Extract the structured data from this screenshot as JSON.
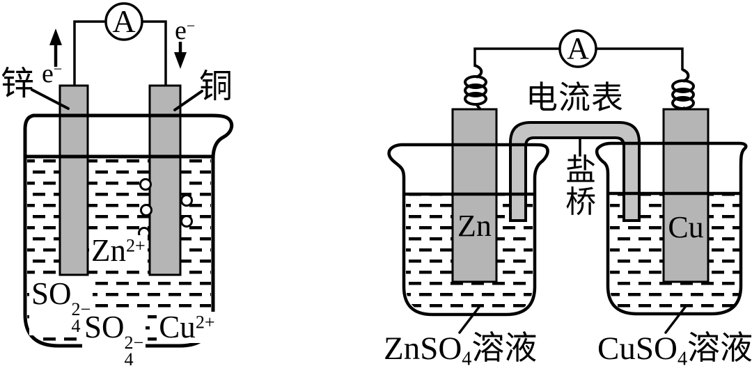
{
  "figure": {
    "left_cell": {
      "ammeter_label": "A",
      "electron_out": {
        "base": "e",
        "sup": "−"
      },
      "electron_in": {
        "base": "e",
        "sup": "−"
      },
      "zinc_label": "锌",
      "copper_label": "铜",
      "zn_ion": {
        "base": "Zn",
        "sup": "2+"
      },
      "sulfate_upper": {
        "base": "SO",
        "sup": "2−",
        "sub": "4"
      },
      "sulfate_lower": {
        "base": "SO",
        "sup": "2−",
        "sub": "4"
      },
      "cu_ion": {
        "base": "Cu",
        "sup": "2+"
      }
    },
    "right_cell": {
      "ammeter_label": "A",
      "ammeter_caption": "电流表",
      "salt_bridge_label": "盐桥",
      "zn_electrode_label": "Zn",
      "cu_electrode_label": "Cu",
      "zn_solution": {
        "base": "ZnSO",
        "sub": "4",
        "suffix": "溶液"
      },
      "cu_solution": {
        "base": "CuSO",
        "sub": "4",
        "suffix": "溶液"
      }
    },
    "colors": {
      "electrode_gray": "#b5b5b5",
      "salt_bridge_gray": "#c4c4c4",
      "line": "#000000",
      "background": "#ffffff"
    }
  }
}
